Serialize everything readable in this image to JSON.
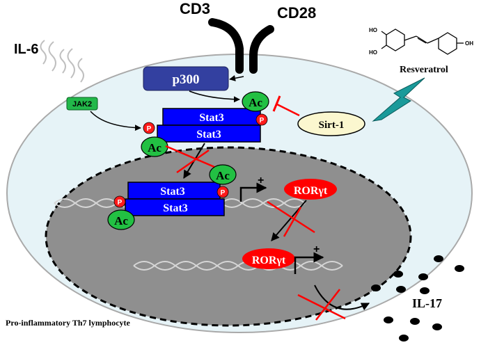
{
  "receptors": {
    "cd3": "CD3",
    "cd28": "CD28"
  },
  "cytokine_in": "IL-6",
  "kinase": "JAK2",
  "coactivator": "p300",
  "drug": {
    "name": "Resveratrol",
    "ho_left_top": "HO",
    "ho_left_bottom": "HO",
    "oh_right": "OH"
  },
  "deacetylase": "Sirt-1",
  "stat": "Stat3",
  "acetyl": "Ac",
  "phospho": "P",
  "ror": "RORγt",
  "plus": "+",
  "cytokine_out": "IL-17",
  "cell_label": "Pro-inflammatory Th7 lymphocyte",
  "colors": {
    "cytoplasm": "#e6f3f7",
    "nucleus": "#8f8f8f",
    "stat_box": "#0000ff",
    "p300_box": "#3340a0",
    "jak2_box": "#22b84a",
    "acetyl": "#22c043",
    "phospho": "#ff1a1a",
    "ror": "#ff0000",
    "sirt1": "#fbf7cf",
    "bolt": "#1a9a9a",
    "inhibit": "#ff0000"
  }
}
